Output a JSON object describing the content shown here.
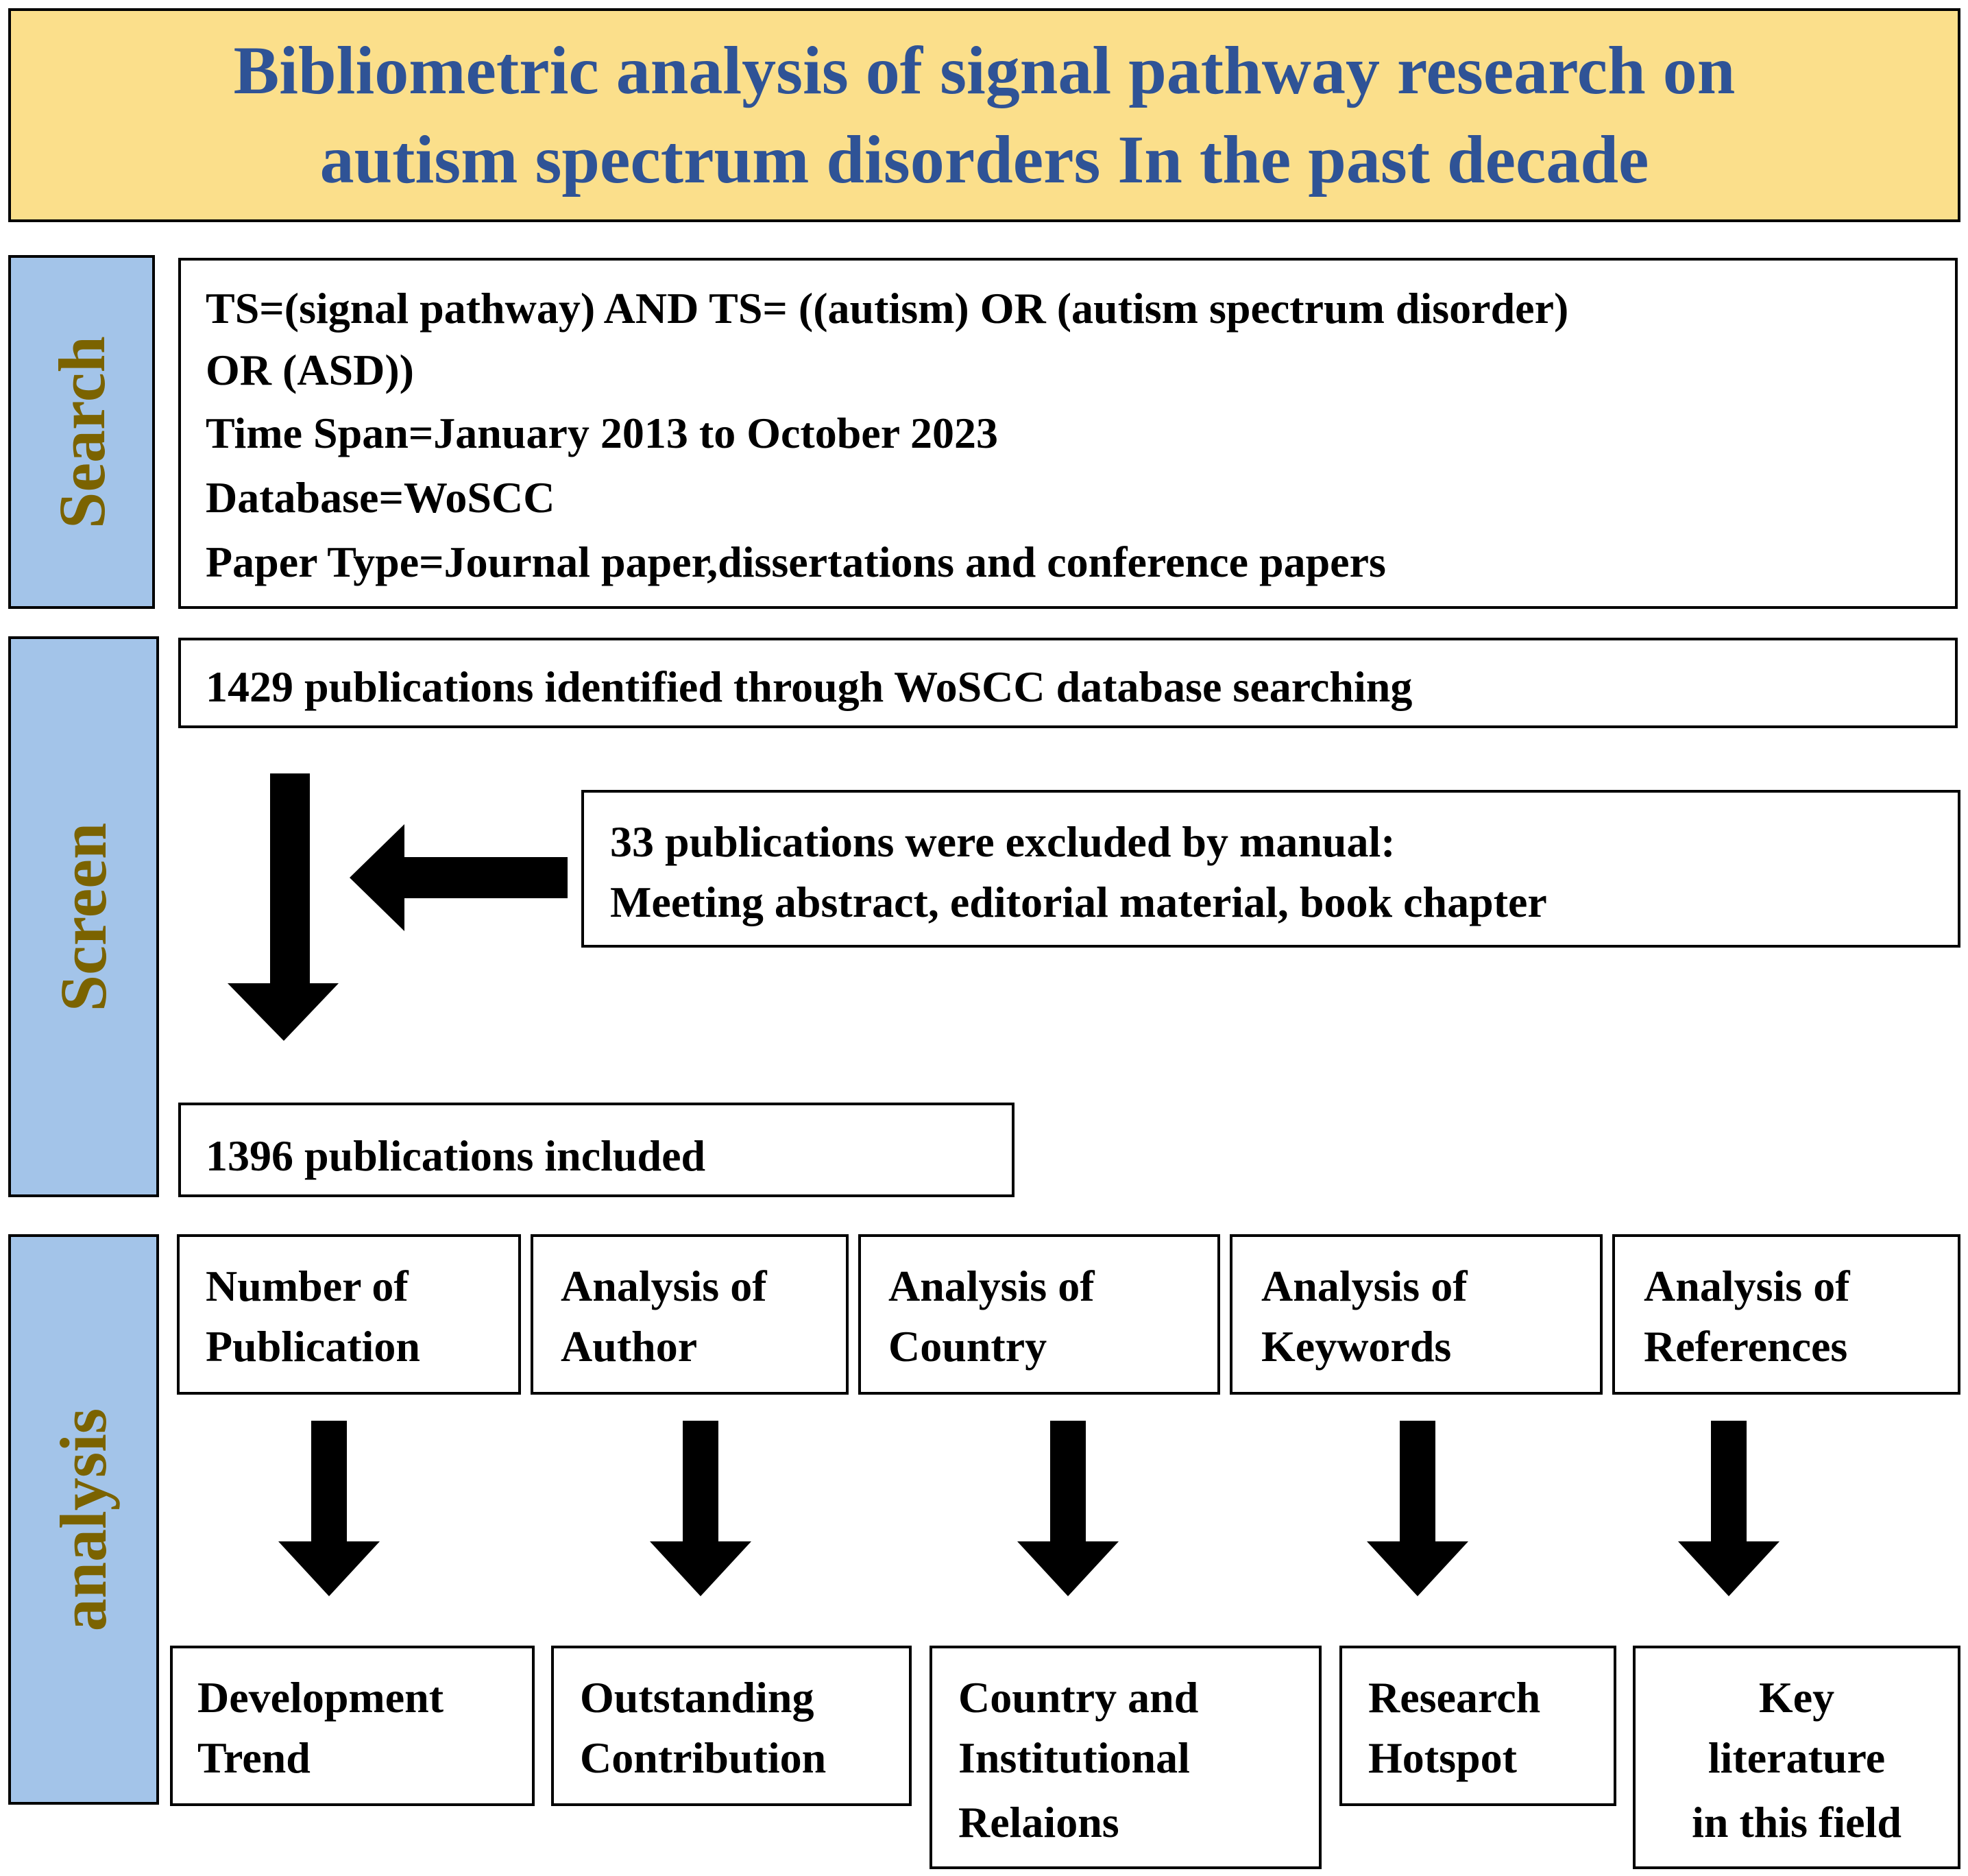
{
  "title": {
    "line1": "Bibliometric analysis of signal pathway research on",
    "line2": "autism spectrum disorders In the past decade"
  },
  "sections": {
    "search": "Search",
    "screen": "Screen",
    "analysis": "analysis"
  },
  "search": {
    "lines": [
      "TS=(signal pathway) AND TS= ((autism) OR (autism spectrum disorder)",
      "OR (ASD))",
      "Time Span=January 2013 to October 2023",
      "Database=WoSCC",
      "Paper Type=Journal paper,dissertations and conference papers"
    ]
  },
  "screen": {
    "identified": "1429 publications identified through WoSCC database searching",
    "excluded_line1": "33 publications were excluded by manual:",
    "excluded_line2": "Meeting abstract, editorial material, book chapter",
    "included": "1396 publications included"
  },
  "analysis": {
    "items": [
      {
        "top": [
          "Number of",
          "Publication"
        ],
        "bottom": [
          "Development",
          "Trend"
        ]
      },
      {
        "top": [
          "Analysis of",
          "Author"
        ],
        "bottom": [
          "Outstanding",
          "Contribution"
        ]
      },
      {
        "top": [
          "Analysis of",
          "Country"
        ],
        "bottom": [
          "Country and",
          "Institutional",
          "Relaions"
        ]
      },
      {
        "top": [
          "Analysis of",
          "Keywords"
        ],
        "bottom": [
          "Research",
          "Hotspot"
        ]
      },
      {
        "top": [
          "Analysis of",
          "References"
        ],
        "bottom": [
          "Key",
          "literature",
          "in this field"
        ]
      }
    ]
  }
}
